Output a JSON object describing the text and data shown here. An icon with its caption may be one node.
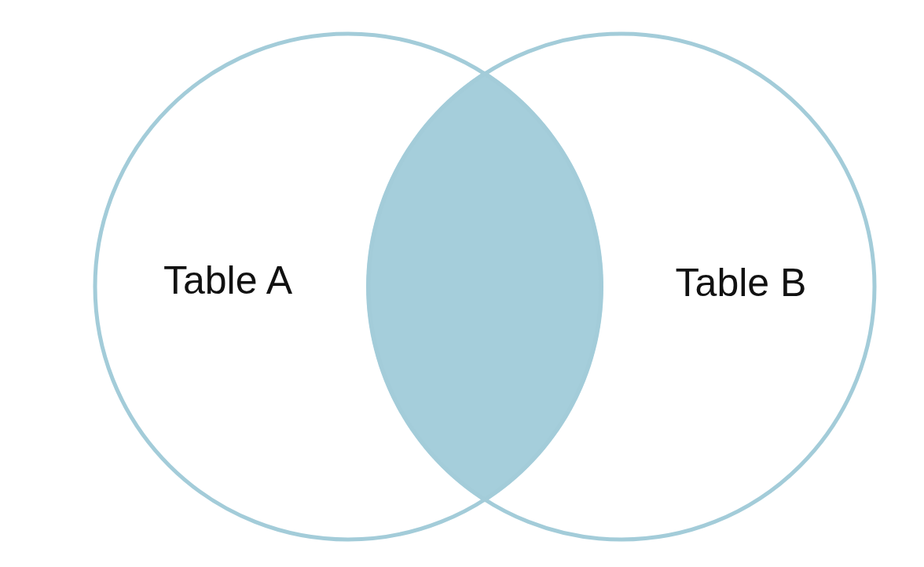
{
  "diagram": {
    "nodes": [
      {
        "text": [
          "Table A"
        ]
      },
      {
        "text": [],
        "shape": "lens"
      },
      {
        "text": [
          "Table B"
        ]
      }
    ],
    "edges": []
  }
}
